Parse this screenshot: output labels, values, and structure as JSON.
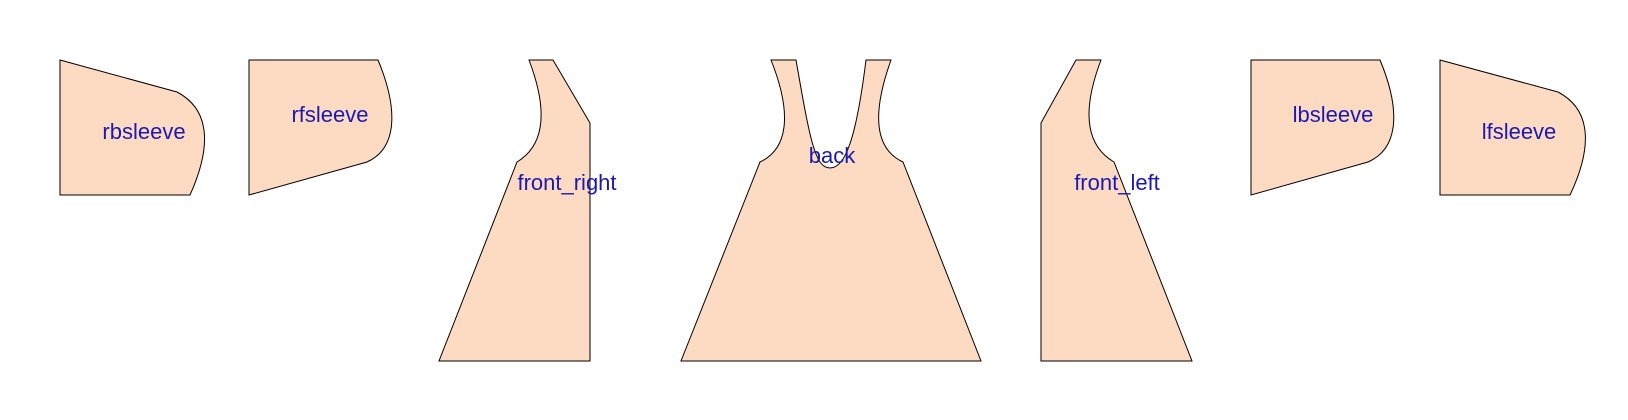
{
  "colors": {
    "piece_fill": "#FDDAC2",
    "outline": "#000000",
    "label": "#1A1AB0",
    "background": "#FFFFFF"
  },
  "pieces": [
    {
      "id": "rbsleeve",
      "label": "rbsleeve"
    },
    {
      "id": "rfsleeve",
      "label": "rfsleeve"
    },
    {
      "id": "front_right",
      "label": "front_right"
    },
    {
      "id": "back",
      "label": "back"
    },
    {
      "id": "front_left",
      "label": "front_left"
    },
    {
      "id": "lbsleeve",
      "label": "lbsleeve"
    },
    {
      "id": "lfsleeve",
      "label": "lfsleeve"
    }
  ]
}
